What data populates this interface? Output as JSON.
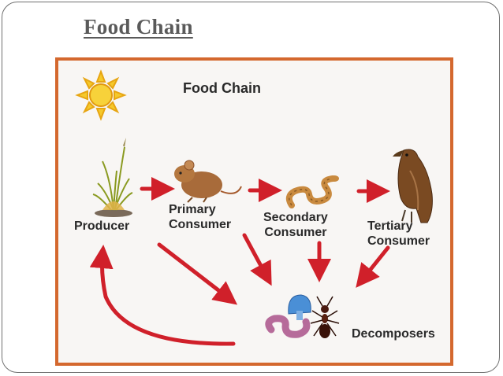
{
  "slide": {
    "title": "Food Chain"
  },
  "diagram": {
    "title": "Food Chain",
    "labels": {
      "producer": "Producer",
      "primary_1": "Primary",
      "primary_2": "Consumer",
      "secondary_1": "Secondary",
      "secondary_2": "Consumer",
      "tertiary_1": "Tertiary",
      "tertiary_2": "Consumer",
      "decomposers": "Decomposers"
    },
    "colors": {
      "frame_border": "#d4682e",
      "arrow": "#d0202a",
      "sun": "#f2c21a"
    },
    "icons": [
      "sun-icon",
      "grass-icon",
      "mouse-icon",
      "snake-icon",
      "hawk-icon",
      "worm-icon",
      "mushroom-icon",
      "ant-icon"
    ]
  }
}
